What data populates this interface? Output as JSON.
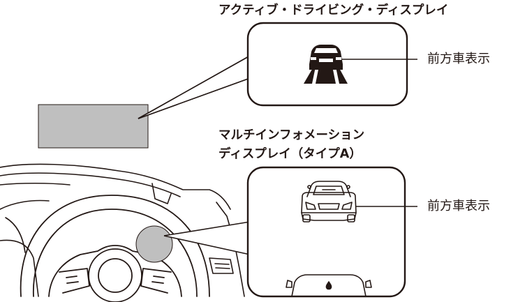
{
  "labels": {
    "active_driving_display": "アクティブ・ドライビング・ディスプレイ",
    "multi_info_display_line1": "マルチインフォメーション",
    "multi_info_display_line2": "ディスプレイ（タイプA）",
    "front_vehicle_indicator_top": "前方車表示",
    "front_vehicle_indicator_bottom": "前方車表示"
  },
  "colors": {
    "line": "#231815",
    "highlight_gray": "#bfbfbf",
    "background": "#ffffff"
  }
}
